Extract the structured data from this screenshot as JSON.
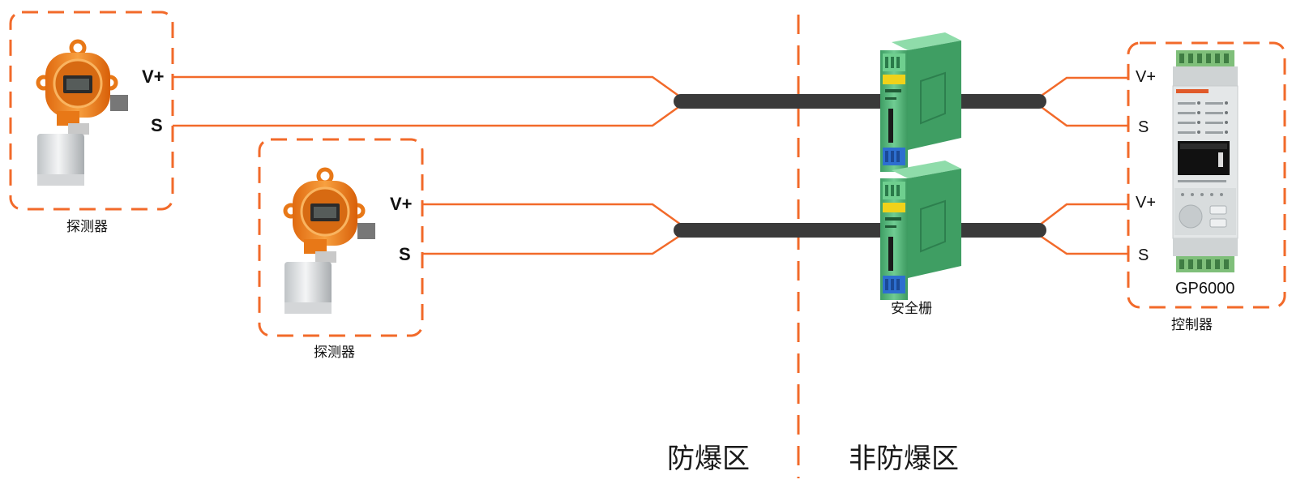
{
  "detectors": [
    {
      "label": "探测器",
      "terminal_power": "V+",
      "terminal_signal": "S"
    },
    {
      "label": "探测器",
      "terminal_power": "V+",
      "terminal_signal": "S"
    }
  ],
  "barrier": {
    "label": "安全栅"
  },
  "controller": {
    "label": "控制器",
    "model": "GP6000",
    "channels": [
      {
        "terminal_power": "V+",
        "terminal_signal": "S"
      },
      {
        "terminal_power": "V+",
        "terminal_signal": "S"
      }
    ]
  },
  "zones": {
    "hazardous": "防爆区",
    "safe": "非防爆区"
  },
  "colors": {
    "dash_border": "#f26a2a",
    "wire": "#f26a2a",
    "cable": "#3a3a3a",
    "detector_body": "#f28a1e",
    "barrier_body": "#4fb87a",
    "controller_body": "#e4e7e8"
  },
  "icons": [
    "gas-detector-icon",
    "safety-barrier-icon",
    "controller-device-icon"
  ]
}
